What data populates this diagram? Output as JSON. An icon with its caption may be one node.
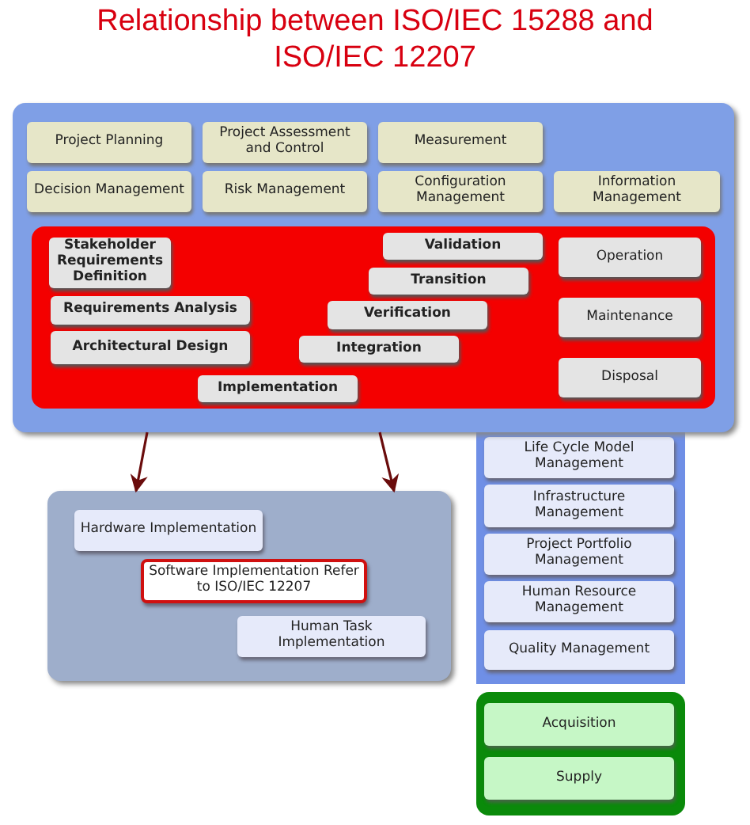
{
  "diagram": {
    "title": "Relationship between ISO/IEC 15288 and ISO/IEC 12207",
    "nodes": [
      {
        "text": [],
        "shape": "box"
      },
      {
        "text": [
          "Project Planning"
        ],
        "in": 0
      },
      {
        "text": [
          "Project Assessment and Control"
        ],
        "in": 0
      },
      {
        "text": [
          "Measurement"
        ],
        "in": 0
      },
      {
        "text": [
          "Decision Management"
        ],
        "in": 0
      },
      {
        "text": [
          "Risk Management"
        ],
        "in": 0
      },
      {
        "text": [
          "Configuration Management"
        ],
        "in": 0
      },
      {
        "text": [
          "Information Management"
        ],
        "in": 0
      },
      {
        "text": [],
        "shape": "box",
        "in": 0
      },
      {
        "text": [
          "Stakeholder Requirements Definition"
        ],
        "in": 8
      },
      {
        "text": [
          "Validation"
        ],
        "in": 8
      },
      {
        "text": [
          "Operation"
        ],
        "in": 8
      },
      {
        "text": [
          "Transition"
        ],
        "in": 8
      },
      {
        "text": [
          "Requirements Analysis"
        ],
        "in": 8
      },
      {
        "text": [
          "Verification"
        ],
        "in": 8
      },
      {
        "text": [
          "Maintenance"
        ],
        "in": 8
      },
      {
        "text": [
          "Architectural Design"
        ],
        "in": 8
      },
      {
        "text": [
          "Integration"
        ],
        "in": 8
      },
      {
        "text": [
          "Implementation"
        ],
        "in": 8
      },
      {
        "text": [
          "Disposal"
        ],
        "in": 8
      },
      {
        "text": [],
        "shape": "box"
      },
      {
        "text": [
          "Hardware Implementation"
        ],
        "in": 20
      },
      {
        "text": [
          "Software Implementation Refer to ISO/IEC 12207"
        ],
        "in": 20
      },
      {
        "text": [
          "Human Task Implementation"
        ],
        "in": 20
      },
      {
        "text": [],
        "shape": "box"
      },
      {
        "text": [
          "Life Cycle Model Management"
        ],
        "in": 24
      },
      {
        "text": [
          "Infrastructure Management"
        ],
        "in": 24
      },
      {
        "text": [
          "Project Portfolio Management"
        ],
        "in": 24
      },
      {
        "text": [
          "Human Resource Management"
        ],
        "in": 24
      },
      {
        "text": [
          "Quality Management"
        ],
        "in": 24
      },
      {
        "text": [],
        "shape": "box"
      },
      {
        "text": [
          "Acquisition"
        ],
        "in": 30
      },
      {
        "text": [
          "Supply"
        ],
        "in": 30
      }
    ],
    "edges": [
      {
        "from": 0,
        "to": 20,
        "arrow": "to"
      },
      {
        "from": 0,
        "to": 20,
        "arrow": "to"
      }
    ]
  }
}
